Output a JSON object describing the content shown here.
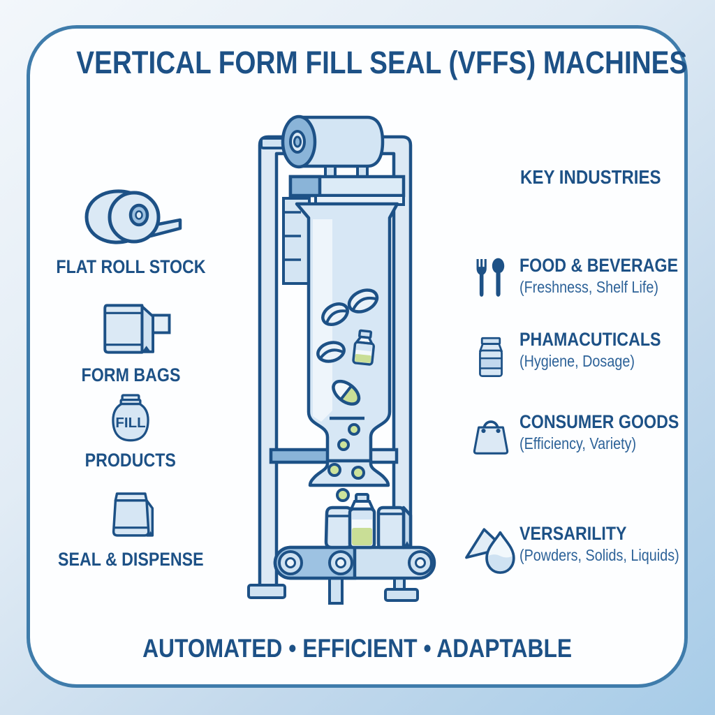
{
  "title": "VERTICAL FORM FILL SEAL (VFFS) MACHINES",
  "process_steps": [
    {
      "label": "FLAT ROLL STOCK",
      "icon": "film-roll-icon"
    },
    {
      "label": "FORM BAGS",
      "icon": "form-bags-icon"
    },
    {
      "label": "PRODUCTS",
      "icon": "fill-jar-icon",
      "icon_text": "FILL"
    },
    {
      "label": "SEAL & DISPENSE",
      "icon": "sealed-bag-icon"
    }
  ],
  "industries": {
    "heading": "KEY INDUSTRIES",
    "items": [
      {
        "title": "FOOD & BEVERAGE",
        "subtitle": "(Freshness, Shelf Life)",
        "icon": "fork-spoon-icon"
      },
      {
        "title": "PHAMACUTICALS",
        "subtitle": "(Hygiene, Dosage)",
        "icon": "pill-bottle-icon"
      },
      {
        "title": "CONSUMER GOODS",
        "subtitle": "(Efficiency, Variety)",
        "icon": "shopping-bag-icon"
      },
      {
        "title": "VERSARILITY",
        "subtitle": "(Powders, Solids, Liquids)",
        "icon": "powder-drop-icon"
      }
    ]
  },
  "footer": {
    "text": "AUTOMATED • EFFICIENT • ADAPTABLE"
  },
  "machine": {
    "description": "vffs-machine-illustration"
  },
  "palette": {
    "navy": "#1d5186",
    "border_blue": "#3f7cab",
    "sky_blue": "#8ab4d8",
    "light_blue": "#d9e8f5",
    "pale_blue": "#eef5fb",
    "green": "#c9de96",
    "card_bg": "#fdfeff",
    "background_end": "#a7cce8"
  }
}
